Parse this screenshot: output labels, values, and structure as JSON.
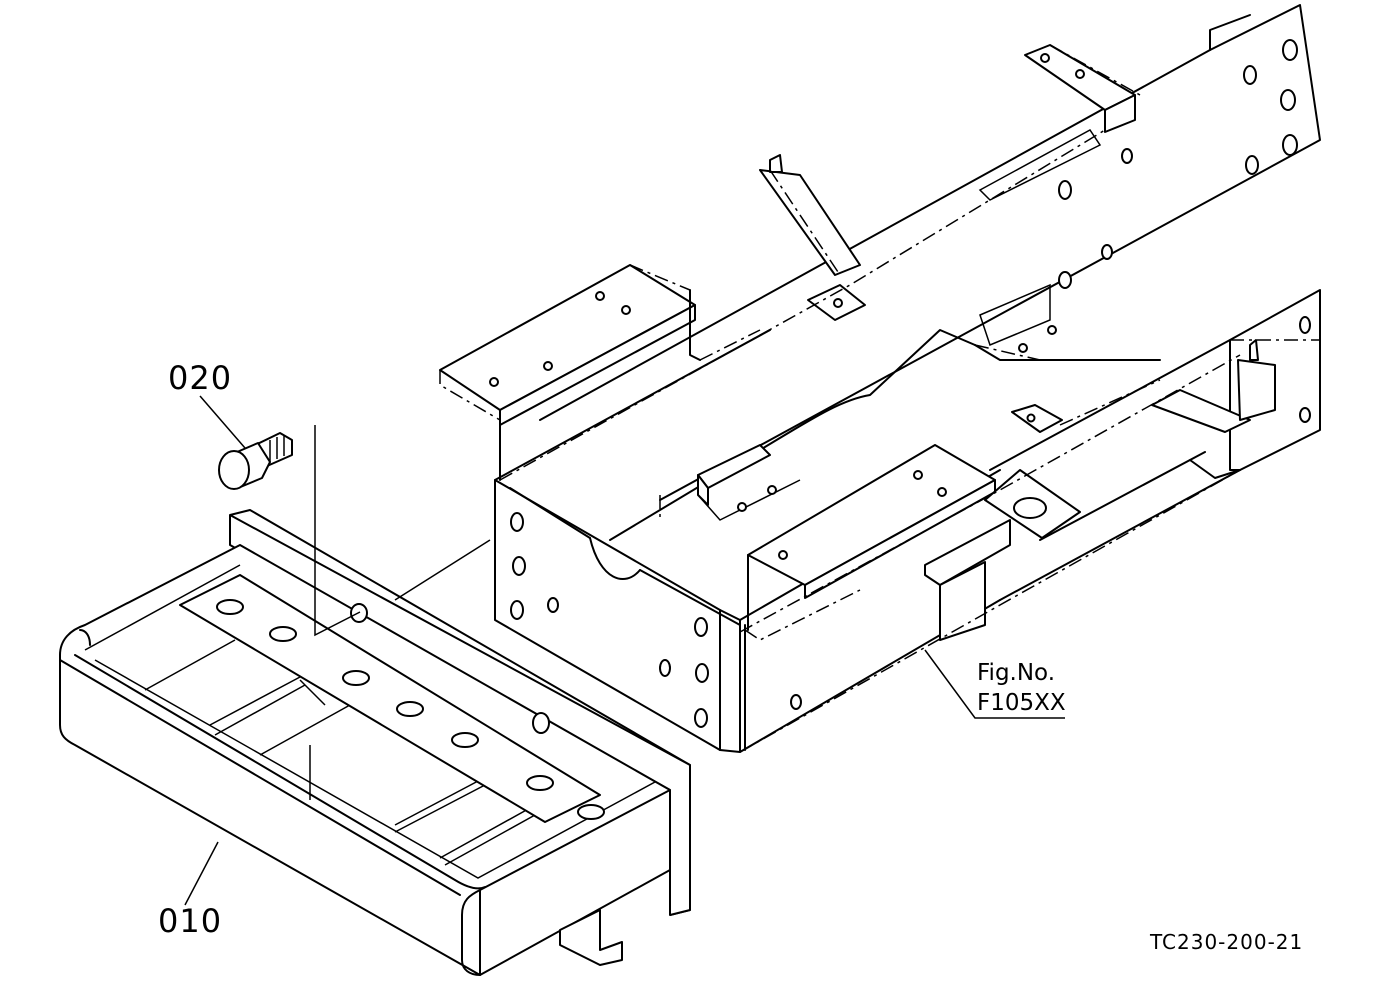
{
  "callouts": {
    "part_010": "010",
    "part_020": "020",
    "fig_label": "Fig.No.",
    "fig_number": "F105XX"
  },
  "drawing_code": "TC230-200-21"
}
